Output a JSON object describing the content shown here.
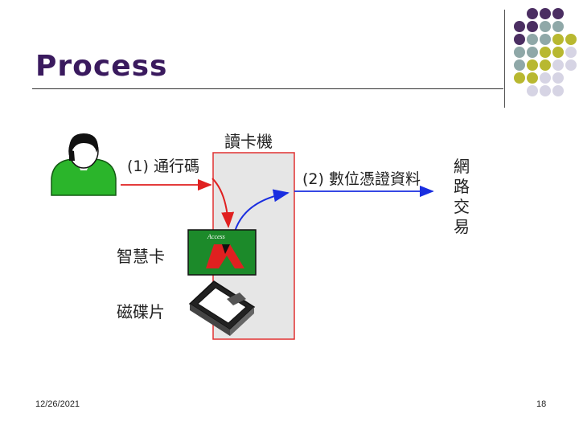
{
  "slide": {
    "title": "Process",
    "date": "12/26/2021",
    "page_number": "18"
  },
  "diagram": {
    "reader_label": "讀卡機",
    "step1_label": "(1) 通行碼",
    "step2_label": "(2) 數位憑證資料",
    "network_label_chars": [
      "網",
      "路",
      "交",
      "易"
    ],
    "smartcard_label": "智慧卡",
    "disk_label": "磁碟片",
    "card_brand": "Access"
  },
  "colors": {
    "title": "#3a1a5e",
    "dot_purple": "#4b2e62",
    "dot_teal": "#8fa8a8",
    "dot_olive": "#b8b830",
    "dot_lavender": "#d6d4e4",
    "reader_fill": "#e6e6e6",
    "reader_border": "#e03030",
    "arrow_red": "#e02020",
    "arrow_blue": "#1a2ee0",
    "card_green": "#1c8a2a",
    "person_green": "#2bb52b"
  }
}
